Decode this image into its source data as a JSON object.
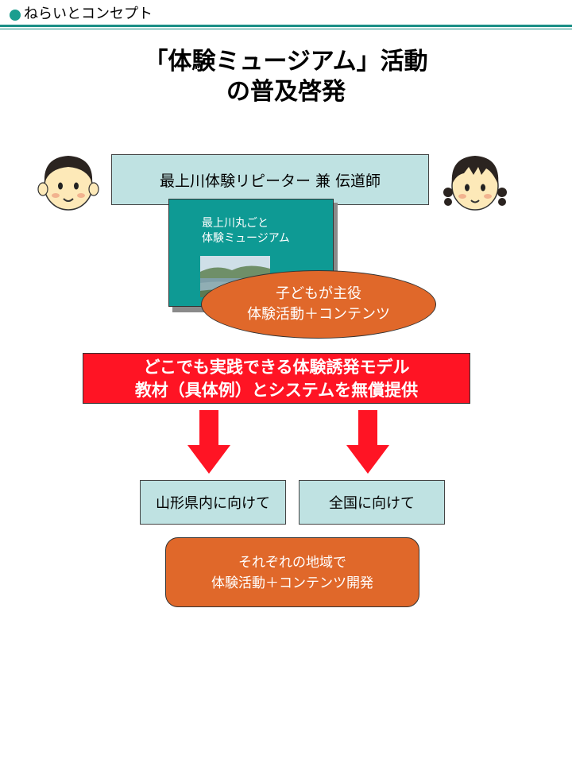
{
  "header": {
    "text": "ねらいとコンセプト",
    "accent": "#1a9e8f"
  },
  "title": {
    "line1": "「体験ミュージアム」活動",
    "line2": "の普及啓発"
  },
  "top_box": {
    "label": "最上川体験リピーター 兼 伝道師"
  },
  "museum_card": {
    "line1": "最上川丸ごと",
    "line2": "体験ミュージアム"
  },
  "ellipse": {
    "line1": "子どもが主役",
    "line2": "体験活動＋コンテンツ"
  },
  "red_box": {
    "line1": "どこでも実践できる体験誘発モデル",
    "line2": "教材（具体例）とシステムを無償提供"
  },
  "targets": {
    "left": "山形県内に向けて",
    "right": "全国に向けて"
  },
  "result_box": {
    "line1": "それぞれの地域で",
    "line2": "体験活動＋コンテンツ開発"
  },
  "colors": {
    "teal": "#0e9a94",
    "light": "#bfe2e2",
    "orange": "#e0682a",
    "red": "#ff1424"
  },
  "icons": [
    "boy-face-icon",
    "girl-face-icon",
    "river-photo",
    "down-arrow-icon"
  ]
}
